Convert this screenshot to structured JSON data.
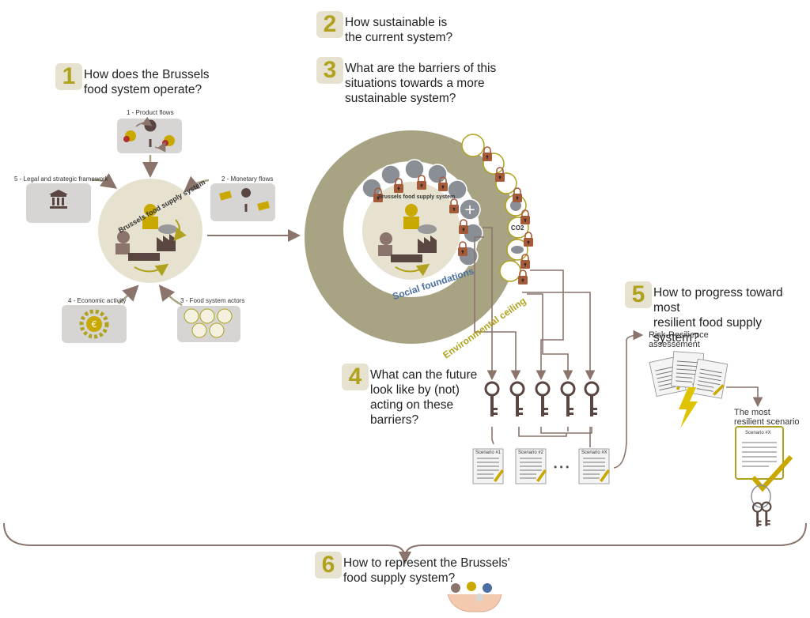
{
  "questions": {
    "q1": {
      "num": "1",
      "text": "How does the Brussels\nfood system operate?"
    },
    "q2": {
      "num": "2",
      "text": "How sustainable is\nthe current system?"
    },
    "q3": {
      "num": "3",
      "text": "What are the barriers of this\nsituations towards a more\nsustainable system?"
    },
    "q4": {
      "num": "4",
      "text": "What can the future\nlook like by (not)\nacting on these\nbarriers?"
    },
    "q5": {
      "num": "5",
      "text": "How to progress toward most\nresilient food supply system?"
    },
    "q6": {
      "num": "6",
      "text": "How to represent the Brussels'\nfood supply system?"
    }
  },
  "framework": {
    "product_flows": "1 - Product flows",
    "monetary_flows": "2 - Monetary flows",
    "food_actors": "3 - Food system actors",
    "economic_activity": "4 - Economic activity",
    "legal_framework": "5 - Legal and strategic framework",
    "center_label": "Brussels food supply system"
  },
  "doughnut": {
    "social_label": "Social foundations",
    "environmental_label": "Environmental ceiling",
    "inner_label": "Brussels food supply system",
    "co2": "CO2"
  },
  "scenarios": {
    "s1": "Scenario #1",
    "s2": "Scenario #2",
    "sx": "Scenario #X",
    "ellipsis": "• • •",
    "risk_title": "Risk-Resilience\nassessement",
    "most_resilient_title": "The most\nresilient scenario",
    "best": "Scenario #X"
  },
  "colors": {
    "olive": "#b0a21e",
    "khaki": "#a8a382",
    "beige": "#e6e2cf",
    "brown": "#8a746c",
    "lock": "#a55a3a",
    "gray_box": "#d6d5d3"
  }
}
